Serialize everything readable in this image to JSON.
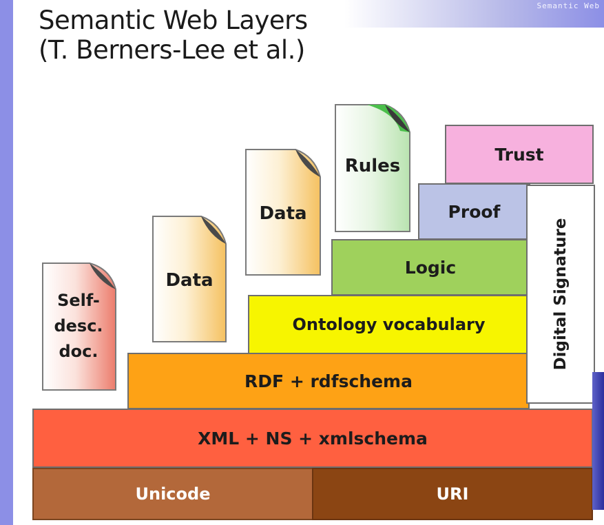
{
  "header": {
    "title_line1": "Semantic Web Layers",
    "title_line2": "(T. Berners-Lee et al.)"
  },
  "layers": {
    "unicode": "Unicode",
    "uri": "URI",
    "xml": "XML + NS + xmlschema",
    "rdf": "RDF + rdfschema",
    "ontology": "Ontology vocabulary",
    "logic": "Logic",
    "proof": "Proof",
    "trust": "Trust",
    "digital_signature": "Digital Signature"
  },
  "documents": {
    "self_desc": "Self-\ndesc.\ndoc.",
    "data_1": "Data",
    "data_2": "Data",
    "rules": "Rules"
  },
  "colors": {
    "background_frame": "#8c8fe6",
    "unicode": "#b3683a",
    "uri": "#8b4513",
    "xml": "#ff6040",
    "rdf": "#fea215",
    "ontology": "#f7f500",
    "logic": "#9fd15c",
    "proof": "#bbc3e6",
    "trust": "#f7b1de",
    "doc_orange": "#f5c160",
    "doc_red": "#ec7c6c",
    "doc_green": "#4bbf4b"
  }
}
